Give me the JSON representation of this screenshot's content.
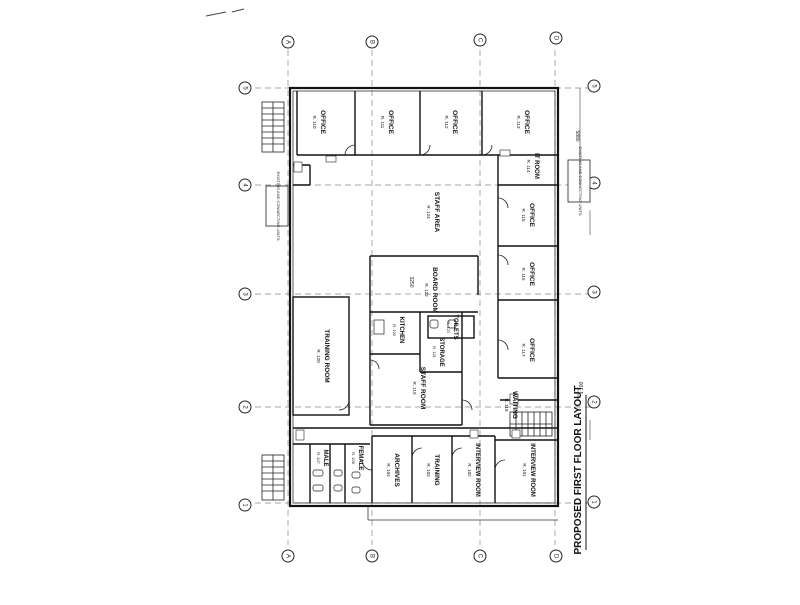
{
  "title": "PROPOSED FIRST FLOOR LAYOUT",
  "scale": "1:100",
  "grid_letters": [
    "A",
    "B",
    "C",
    "D"
  ],
  "grid_numbers": [
    "1",
    "2",
    "3",
    "4",
    "5"
  ],
  "rooms": {
    "office_110": {
      "name": "OFFICE",
      "code": "R. 110"
    },
    "office_111": {
      "name": "OFFICE",
      "code": "R. 111"
    },
    "office_112": {
      "name": "OFFICE",
      "code": "R. 112"
    },
    "office_113": {
      "name": "OFFICE",
      "code": "R. 113"
    },
    "it_room": {
      "name": "IT ROOM",
      "code": "R. 114"
    },
    "staff_area": {
      "name": "STAFF AREA",
      "code": "R. 124"
    },
    "office_115": {
      "name": "OFFICE",
      "code": "R. 115"
    },
    "office_116": {
      "name": "OFFICE",
      "code": "R. 116"
    },
    "board_room": {
      "name": "BOARD ROOM",
      "code": "R. 122"
    },
    "toilets": {
      "name": "TOILETS",
      "code": "R. 123"
    },
    "kitchen": {
      "name": "KITCHEN",
      "code": "R. 120"
    },
    "storage": {
      "name": "STORAGE",
      "code": "R. 121"
    },
    "office_117": {
      "name": "OFFICE",
      "code": "R. 117"
    },
    "training_room": {
      "name": "TRAINING ROOM",
      "code": "R. 120"
    },
    "staff_room": {
      "name": "STAFF ROOM",
      "code": "R. 119"
    },
    "waiting": {
      "name": "WAITING",
      "code": "R. 118"
    },
    "male": {
      "name": "MALE",
      "code": "R. 107"
    },
    "female": {
      "name": "FEMALE",
      "code": "R. 106"
    },
    "archives": {
      "name": "ARCHIVES",
      "code": "R. 104"
    },
    "training": {
      "name": "TRAINING",
      "code": "R. 103"
    },
    "interview_102": {
      "name": "INTERVIEW ROOM",
      "code": "R. 102"
    },
    "interview_101": {
      "name": "INTERVIEW ROOM",
      "code": "R. 101"
    }
  },
  "annotations": {
    "existing_stair_left": "EXISTING AND CONNECTING UNITS",
    "existing_stair_right": "EXISTING AND CONNECTING UNITS",
    "dim_right": "5880",
    "dim_board": "3250"
  }
}
